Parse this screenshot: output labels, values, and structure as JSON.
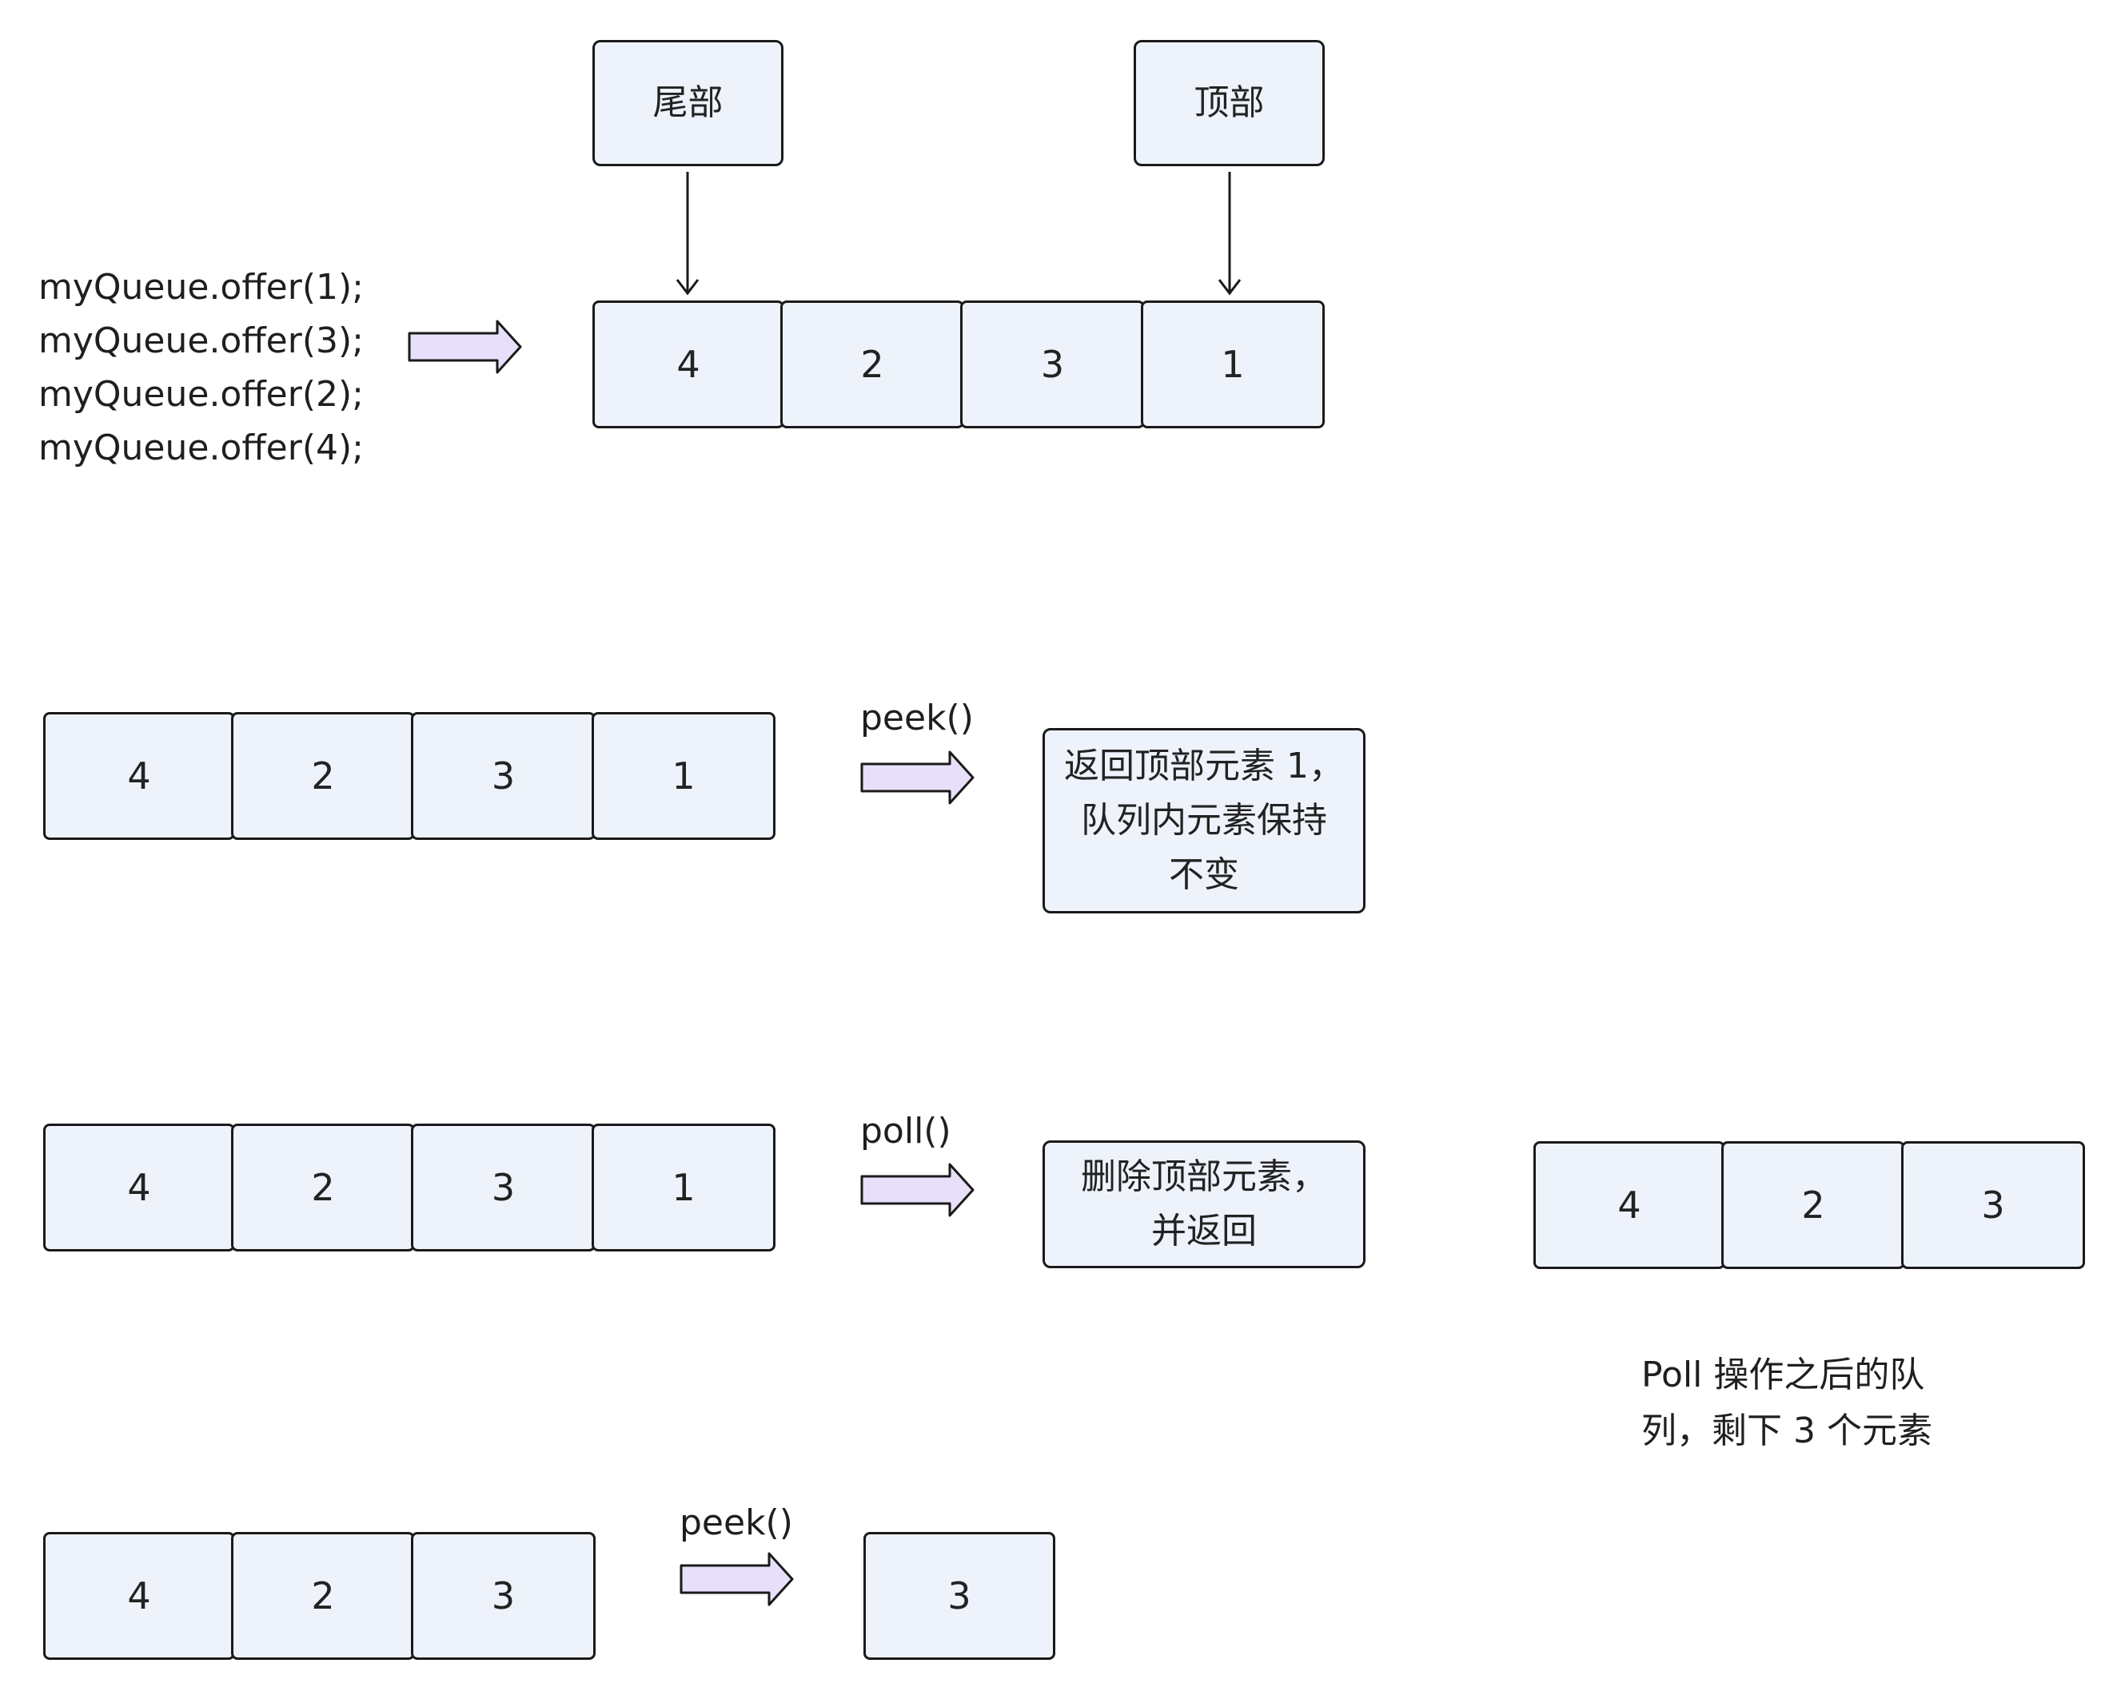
{
  "pointers": {
    "tail": "尾部",
    "head": "顶部"
  },
  "code_lines": [
    "myQueue.offer(1);",
    "myQueue.offer(3);",
    "myQueue.offer(2);",
    "myQueue.offer(4);"
  ],
  "row1": [
    "4",
    "2",
    "3",
    "1"
  ],
  "row2": [
    "4",
    "2",
    "3",
    "1"
  ],
  "row3": [
    "4",
    "2",
    "3",
    "1"
  ],
  "row3_after": [
    "4",
    "2",
    "3"
  ],
  "row4": [
    "4",
    "2",
    "3"
  ],
  "ops": {
    "peek1": "peek()",
    "poll": "poll()",
    "peek2": "peek()"
  },
  "results": {
    "peek1": [
      "返回顶部元素 1，",
      "队列内元素保持",
      "不变"
    ],
    "poll": [
      "删除顶部元素，",
      "并返回"
    ],
    "peek2": "3"
  },
  "poll_note": [
    "Poll 操作之后的队",
    "列，剩下 3 个元素"
  ],
  "colors": {
    "cell_fill": "#eef2fb",
    "arrow_fill": "#e8e0fb",
    "stroke": "#1a1a1a"
  }
}
